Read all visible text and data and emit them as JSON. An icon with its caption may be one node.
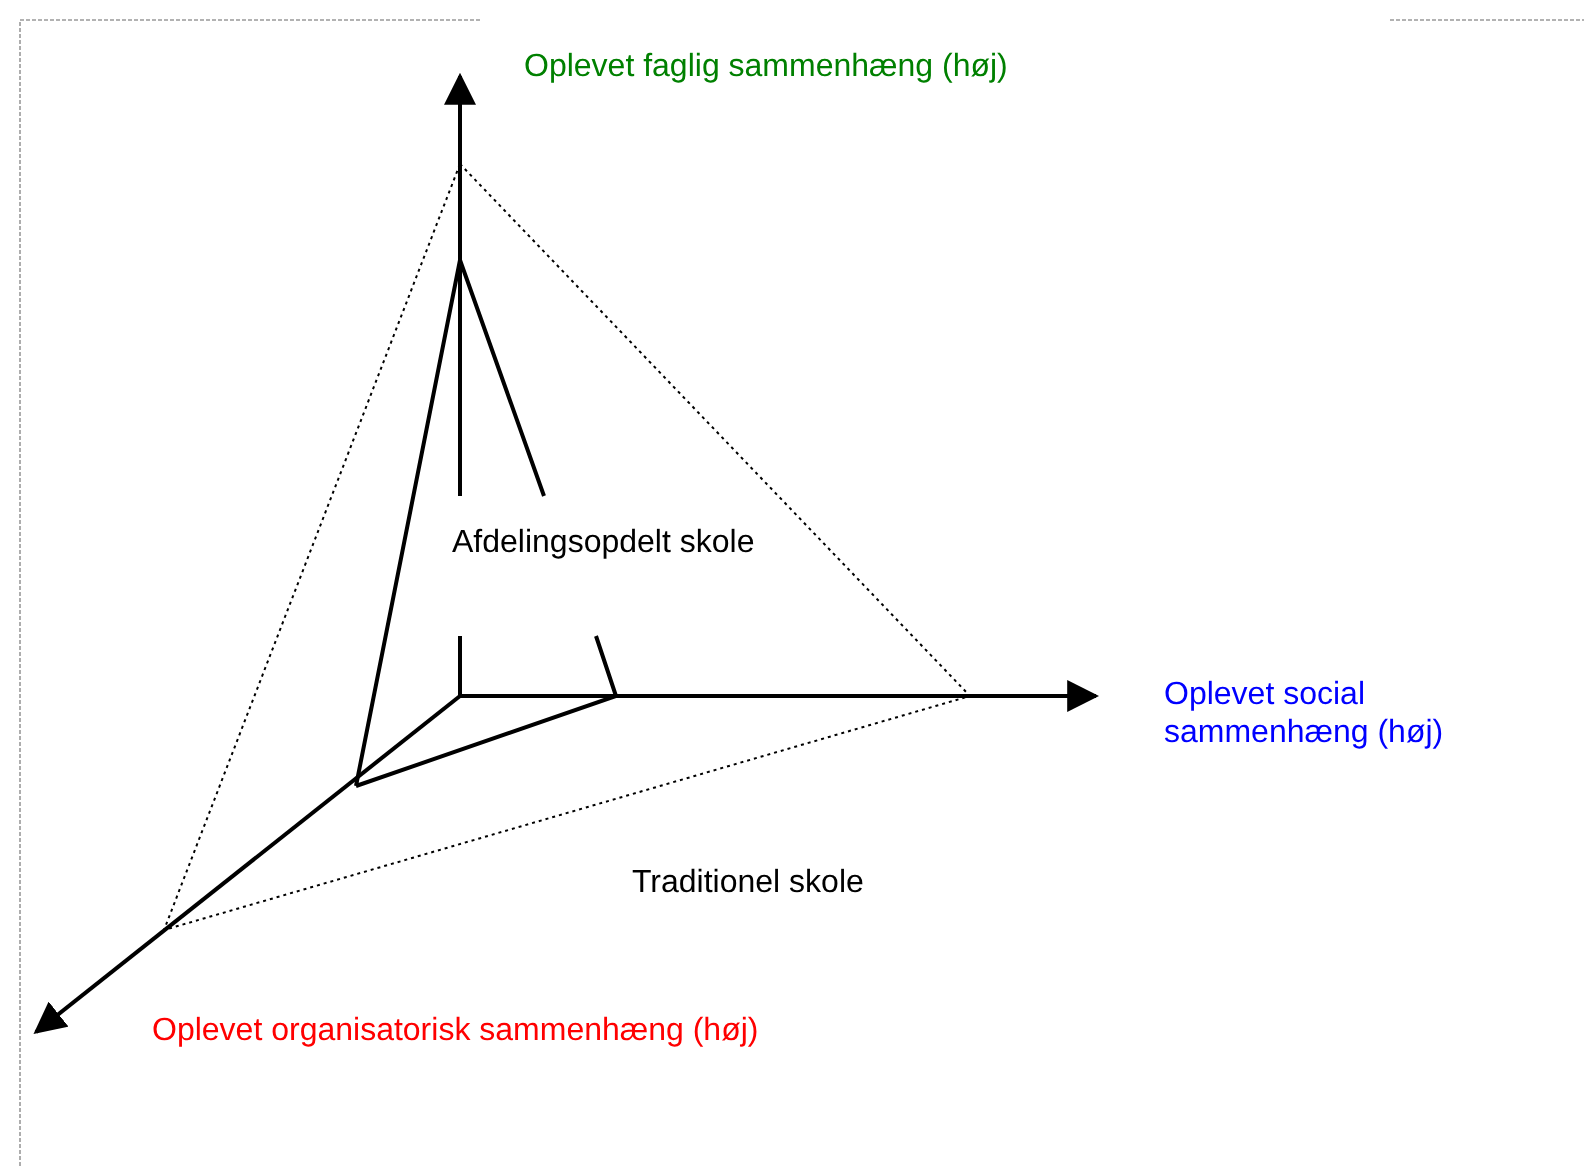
{
  "diagram": {
    "labels": [
      "Oplevet faglig sammenhæng (høj)",
      "Afdelingsopdelt skole",
      "Oplevet social sammenhæng (høj)",
      "Traditionel skole",
      "Oplevet organisatorisk sammenhæng (høj)"
    ]
  }
}
